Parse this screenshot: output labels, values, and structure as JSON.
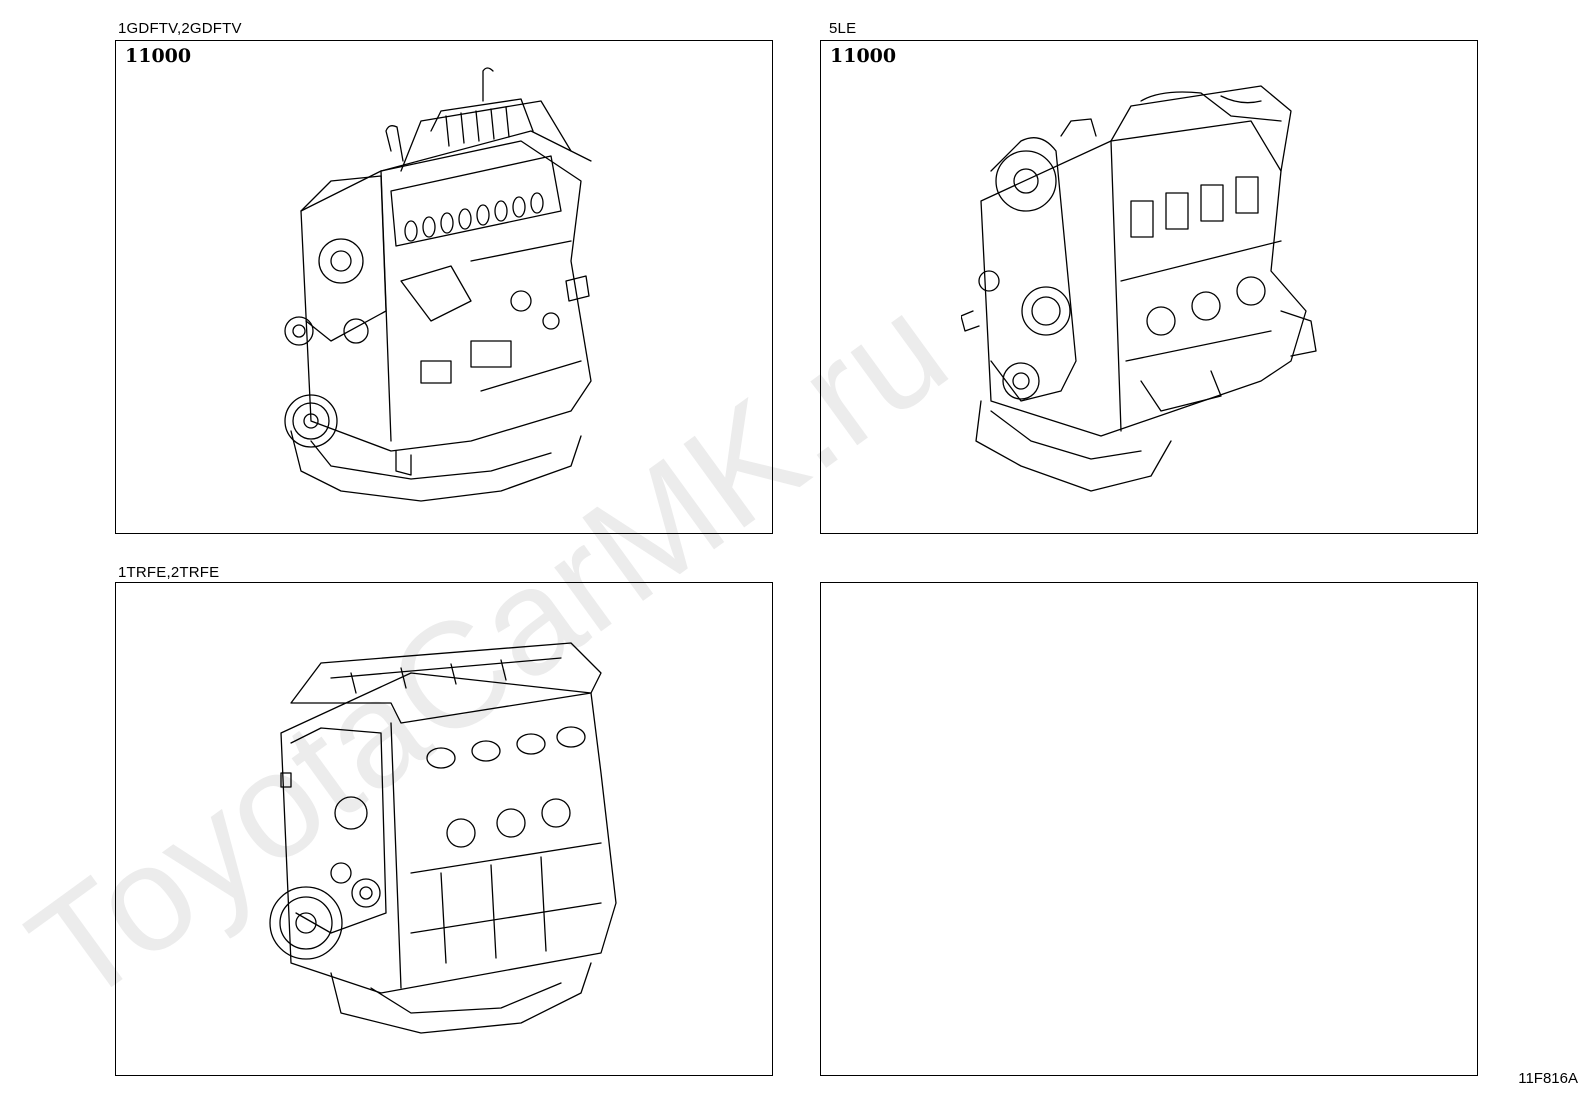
{
  "watermark": {
    "text": "ToyotaCarMK.ru"
  },
  "panels": [
    {
      "caption": "1GDFTV,2GDFTV",
      "part_number": "11000",
      "illustration": "diesel-engine-assembly"
    },
    {
      "caption": "5LE",
      "part_number": "11000",
      "illustration": "engine-assembly-timing-belt"
    },
    {
      "caption": "1TRFE,2TRFE",
      "part_number": "",
      "illustration": "gasoline-engine-assembly"
    },
    {
      "caption": "",
      "part_number": "",
      "illustration": ""
    }
  ],
  "drawing_id": "11F816A"
}
